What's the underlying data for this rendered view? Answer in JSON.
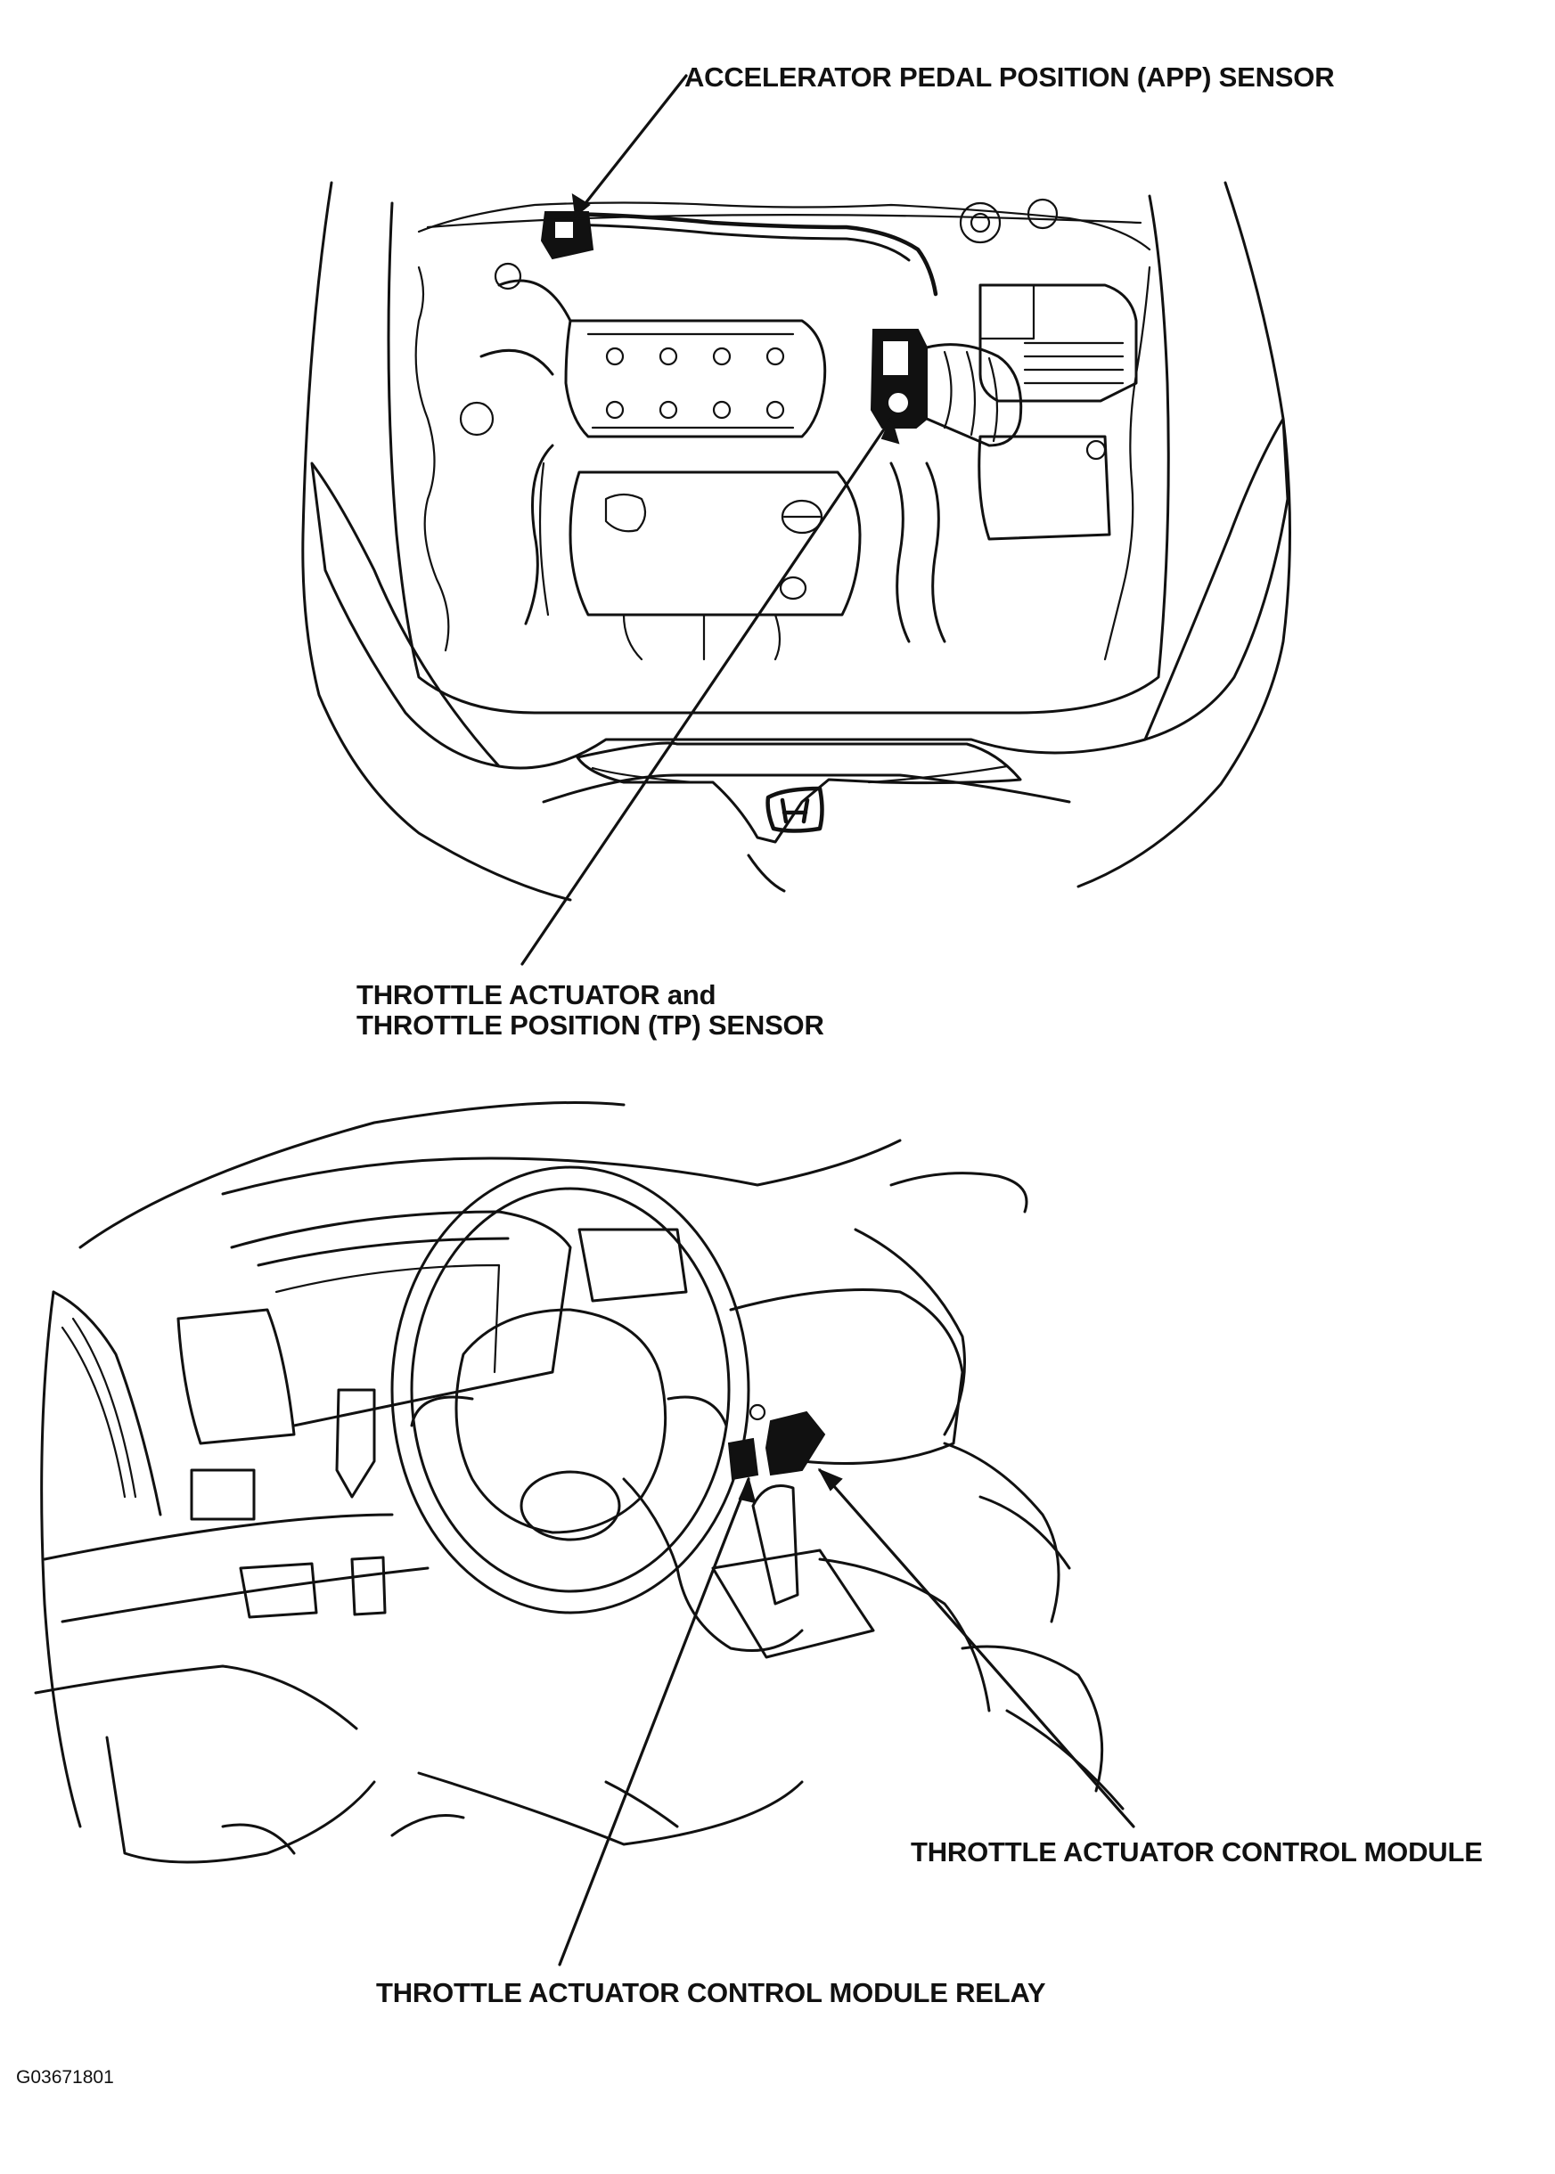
{
  "labels": {
    "app_sensor": "ACCELERATOR PEDAL POSITION (APP) SENSOR",
    "throttle_actuator_line1": "THROTTLE ACTUATOR and",
    "throttle_actuator_line2": "THROTTLE POSITION (TP) SENSOR",
    "control_module": "THROTTLE ACTUATOR CONTROL MODULE",
    "control_module_relay": "THROTTLE ACTUATOR CONTROL MODULE RELAY"
  },
  "figure_code": "G03671801"
}
